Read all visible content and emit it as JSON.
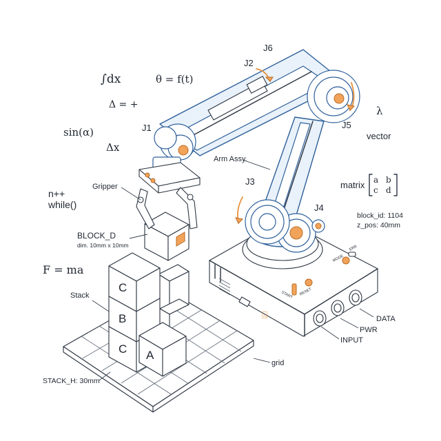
{
  "math_symbols": {
    "integral": "∫dx",
    "theta": "θ = f(t)",
    "delta_eq": "Δ = +",
    "sine": "sin(α)",
    "delta_x": "Δx",
    "increment": "n++",
    "loop": "while()",
    "force": "F = ma",
    "lambda": "λ",
    "vector": "vector",
    "matrix_label": "matrix",
    "matrix_cells": [
      "a",
      "b",
      "c",
      "d"
    ]
  },
  "joints": {
    "j1": "J1",
    "j2": "J2",
    "j3": "J3",
    "j4": "J4",
    "j5": "J5",
    "j6": "J6"
  },
  "callouts": {
    "arm_assy": "Arm Assy.",
    "gripper": "Gripper",
    "block_d": "BLOCK_D",
    "block_dim": "dim. 10mm x 10mm",
    "stack": "Stack",
    "stack_h": "STACK_H: 30mm",
    "grid": "grid",
    "block_id": "block_id: 1104",
    "z_pos": "z_pos: 40mm",
    "data": "DATA",
    "pwr": "PWR",
    "input": "INPUT"
  },
  "blocks": {
    "upper": "C",
    "middle": "B",
    "lower": "C",
    "front": "A"
  },
  "base_panel": {
    "mode": "MODE",
    "err": "ERR",
    "start": "START",
    "reset": "RESET"
  },
  "colors": {
    "line": "#2b3440",
    "arm_blue": "#2d5f9a",
    "accent_orange": "#f2a35a"
  }
}
